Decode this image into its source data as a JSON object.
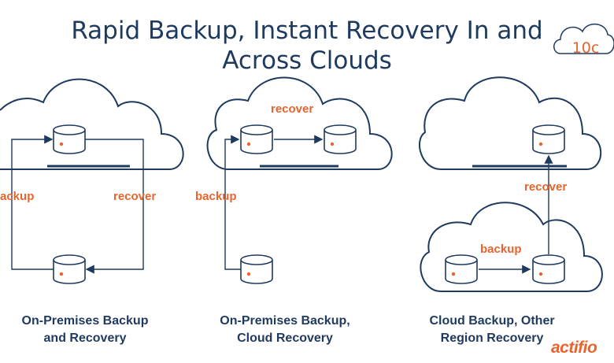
{
  "title_line1": "Rapid Backup, Instant Recovery In and",
  "title_line2": "Across Clouds",
  "badge": "10c",
  "panels": [
    {
      "caption_line1": "On-Premises Backup",
      "caption_line2": "and Recovery",
      "label_left": "ackup",
      "label_right": "recover"
    },
    {
      "caption_line1": "On-Premises Backup,",
      "caption_line2": "Cloud Recovery",
      "label_top": "recover",
      "label_left": "backup"
    },
    {
      "caption_line1": "Cloud Backup, Other",
      "caption_line2": "Region Recovery",
      "label_top": "recover",
      "label_bottom": "backup"
    }
  ],
  "logo": "actifio",
  "colors": {
    "navy": "#1f3a5f",
    "orange": "#e8642c"
  }
}
